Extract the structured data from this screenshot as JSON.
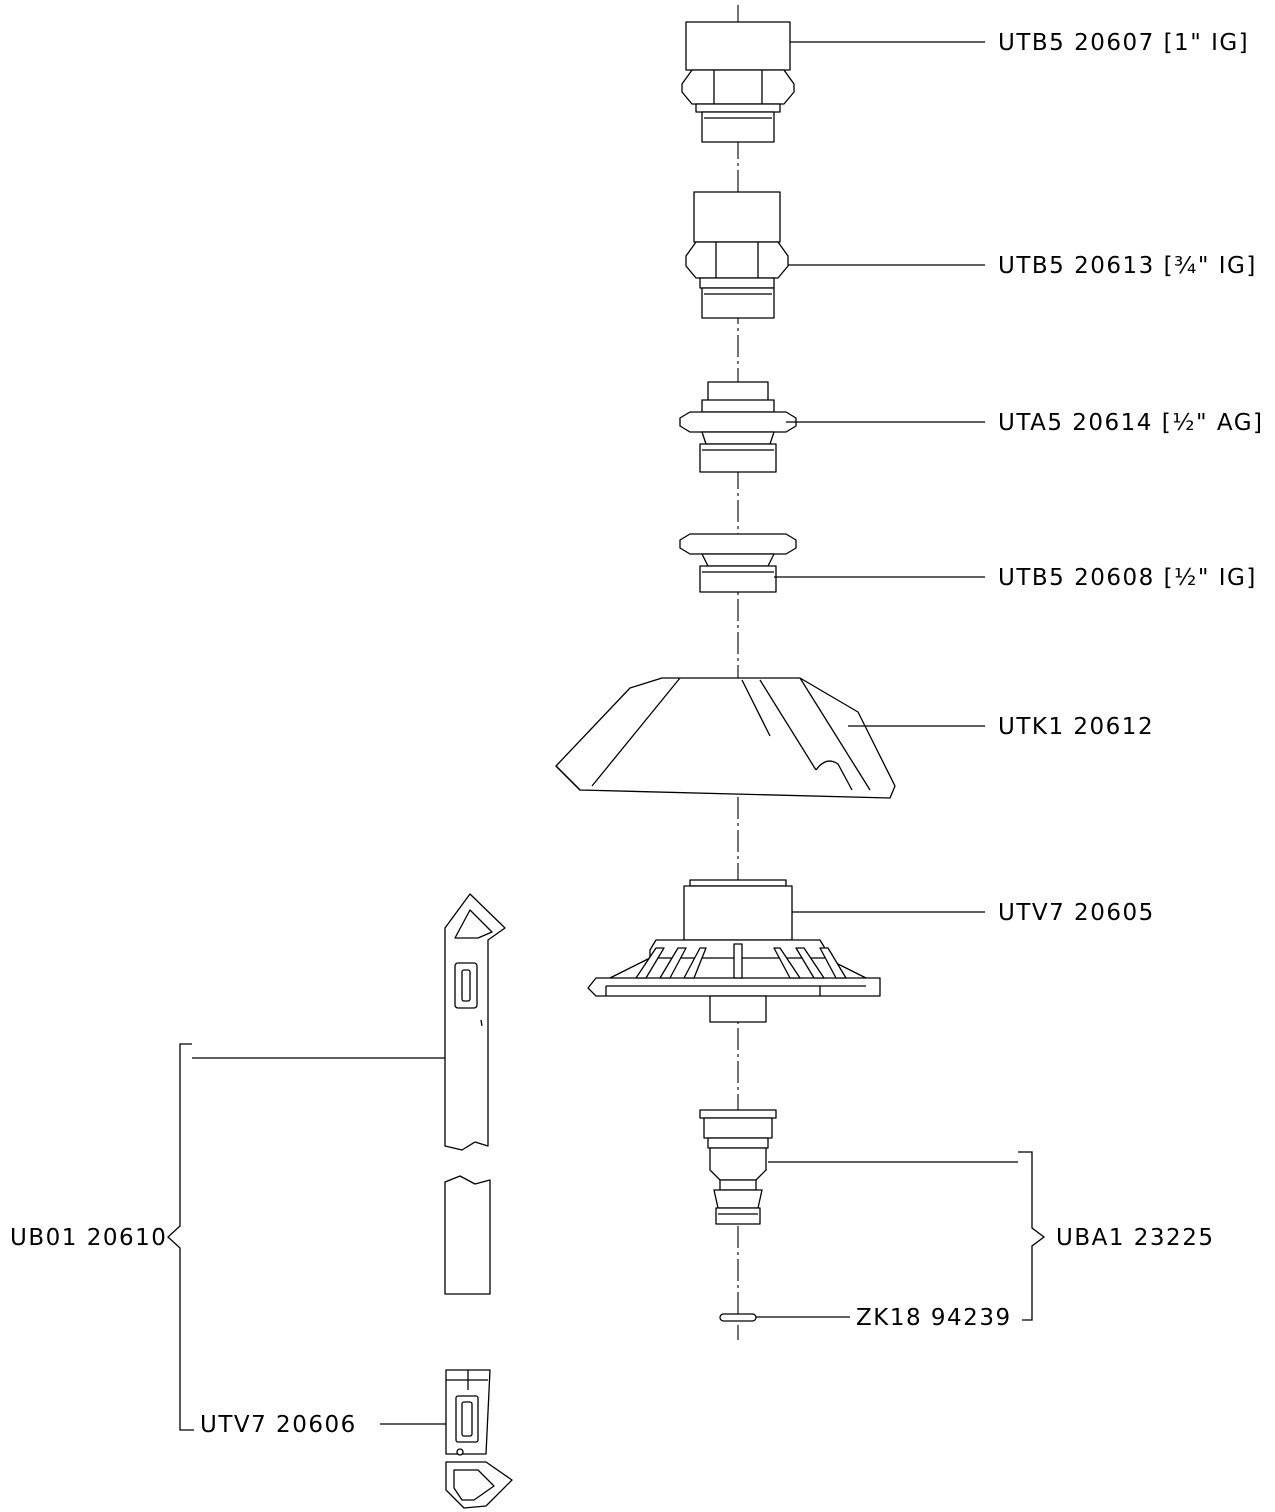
{
  "labels": {
    "utb5_1in": "UTB5  20607 [1\" IG]",
    "utb5_34": "UTB5  20613 [¾\" IG]",
    "uta5_12": "UTA5  20614 [½\" AG]",
    "utb5_12": "UTB5  20608 [½\" IG]",
    "utk1": "UTK1  20612",
    "utv7_20605": "UTV7  20605",
    "uba1": "UBA1  23225",
    "zk18": "ZK18  94239",
    "ubo1": "UB01  20610",
    "utv7_20606": "UTV7  20606"
  }
}
